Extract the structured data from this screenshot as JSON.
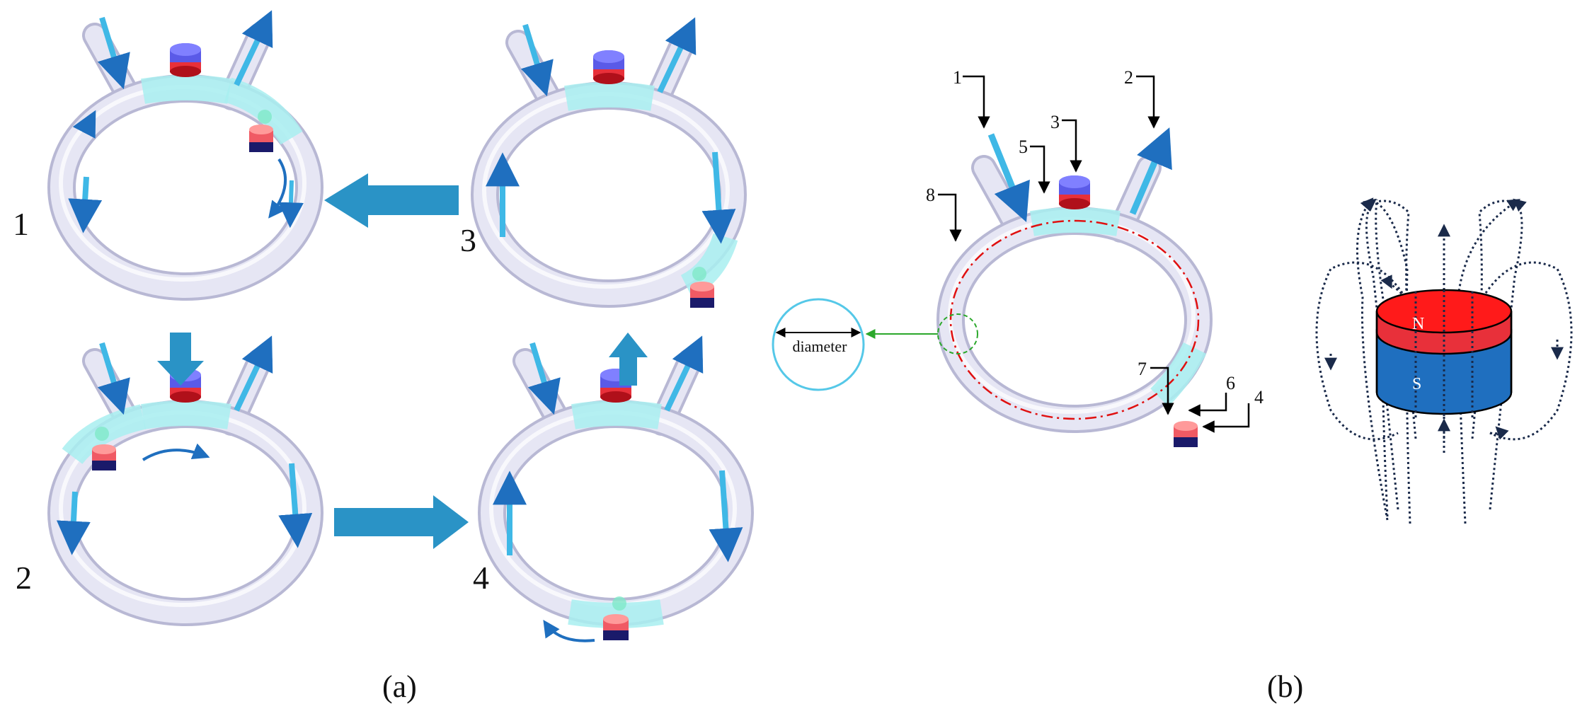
{
  "panel_a": {
    "caption": "(a)",
    "steps": [
      "1",
      "2",
      "3",
      "4"
    ]
  },
  "panel_b": {
    "caption": "(b)",
    "callouts": [
      "1",
      "2",
      "3",
      "4",
      "5",
      "6",
      "7",
      "8"
    ],
    "diameter_label": "diameter"
  },
  "magnet": {
    "north_label": "N",
    "south_label": "S"
  },
  "colors": {
    "tube": "#dcdcf0",
    "tube_edge": "#b8b8d4",
    "liquid": "#a8eef0",
    "flow_arrow": "#3fb8e6",
    "process_arrow": "#2a93c6",
    "magnet_blue": "#5a5ae8",
    "magnet_red": "#e8303a",
    "magnet_south": "#1f6fbf",
    "field_line": "#1a2a4a",
    "dash_red": "#e01010",
    "green": "#2ba82b",
    "inset_circle": "#55c8e8"
  }
}
